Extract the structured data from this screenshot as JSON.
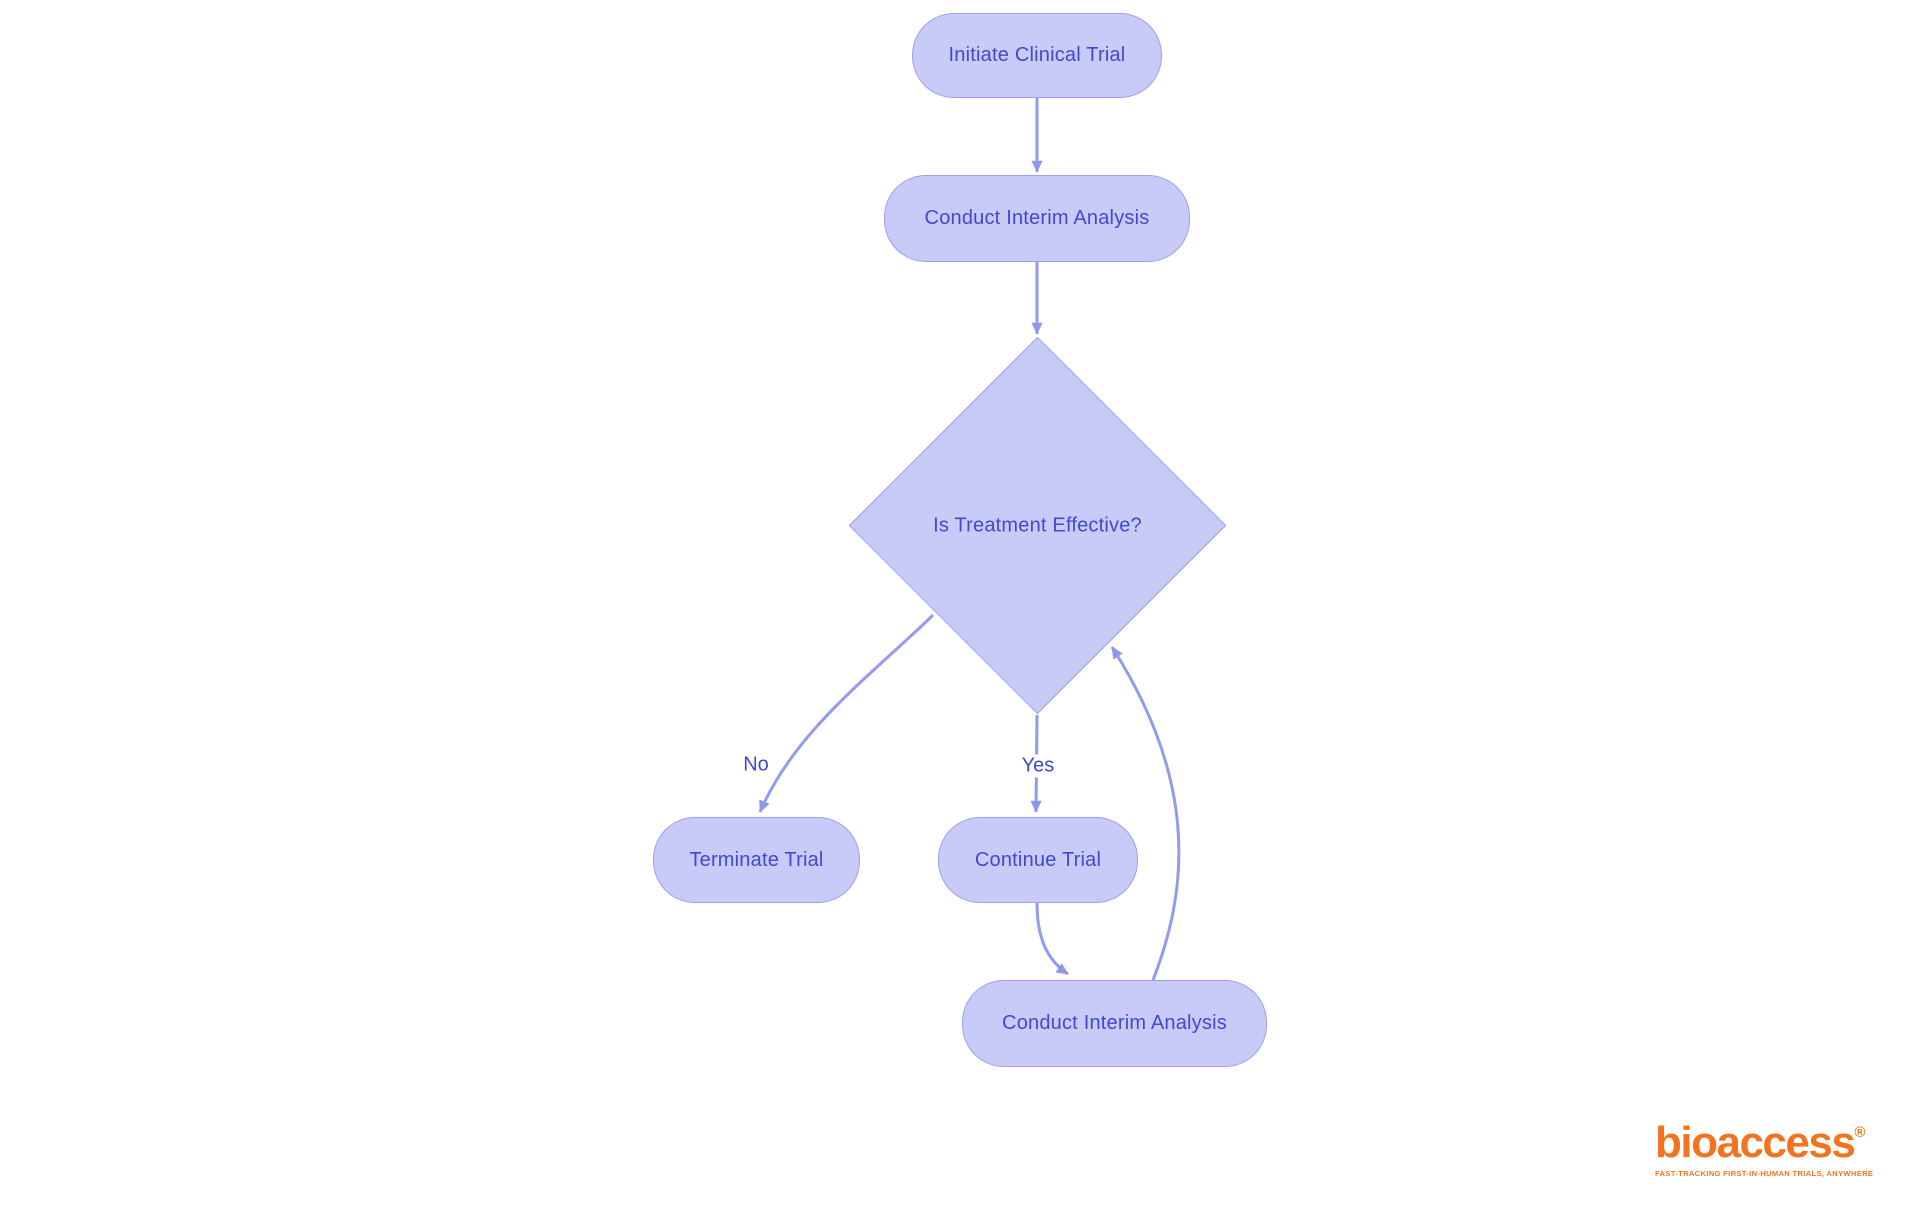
{
  "diagram": {
    "type": "flowchart",
    "nodes": [
      {
        "id": "initiate",
        "shape": "rounded-rect",
        "label": "Initiate Clinical Trial"
      },
      {
        "id": "interim-1",
        "shape": "rounded-rect",
        "label": "Conduct Interim Analysis"
      },
      {
        "id": "decision",
        "shape": "diamond",
        "label": "Is Treatment Effective?"
      },
      {
        "id": "terminate",
        "shape": "rounded-rect",
        "label": "Terminate Trial"
      },
      {
        "id": "continue",
        "shape": "rounded-rect",
        "label": "Continue Trial"
      },
      {
        "id": "interim-2",
        "shape": "rounded-rect",
        "label": "Conduct Interim Analysis"
      }
    ],
    "edges": [
      {
        "from": "initiate",
        "to": "interim-1",
        "label": ""
      },
      {
        "from": "interim-1",
        "to": "decision",
        "label": ""
      },
      {
        "from": "decision",
        "to": "terminate",
        "label": "No"
      },
      {
        "from": "decision",
        "to": "continue",
        "label": "Yes"
      },
      {
        "from": "continue",
        "to": "interim-2",
        "label": ""
      },
      {
        "from": "interim-2",
        "to": "decision",
        "label": ""
      }
    ],
    "edge_labels": {
      "no": "No",
      "yes": "Yes"
    },
    "colors": {
      "node_fill": "#c8caf8",
      "node_border": "#9ba1ef",
      "arrow": "#939bf0",
      "node_text": "#4348d0",
      "background": "#ffffff"
    }
  },
  "logo": {
    "brand": "bioaccess",
    "registered": "®",
    "tagline": "FAST-TRACKING FIRST-IN-HUMAN TRIALS, ANYWHERE",
    "color": "#f4731f"
  }
}
